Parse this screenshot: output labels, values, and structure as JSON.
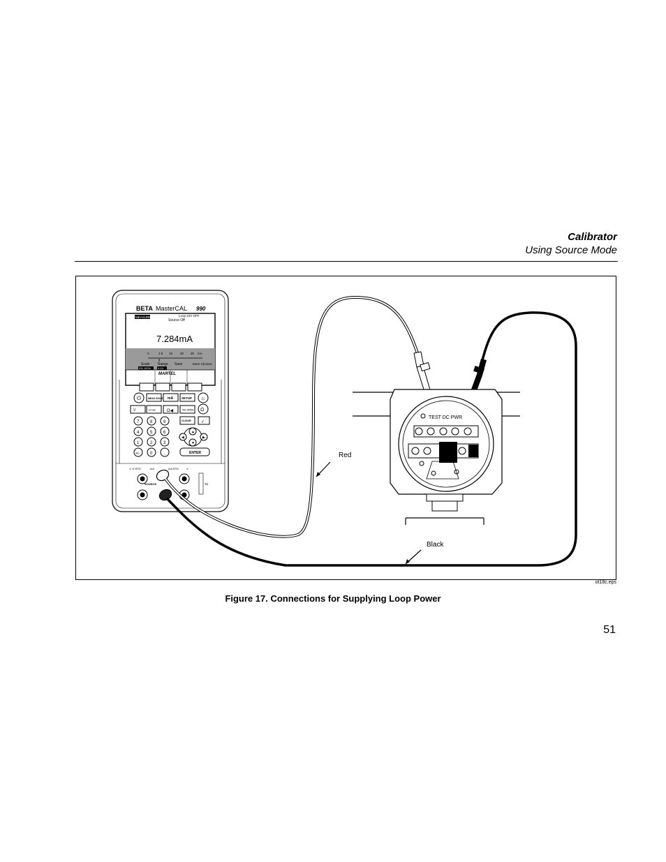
{
  "header": {
    "title": "Calibrator",
    "subtitle": "Using Source Mode"
  },
  "figure": {
    "device": {
      "brand": "BETA",
      "model": "MasterCAL",
      "number": "990",
      "mode_label": "MEASURE",
      "loop_label": "Loop  24V  OFF",
      "source_status": "Source  Off",
      "reading": "7.284mA",
      "scale_ticks": [
        "0",
        "2.5",
        "15",
        "20",
        "30",
        "mA"
      ],
      "softkeys": [
        "Scale",
        "Range",
        "Save",
        "More Choices"
      ],
      "softkey_subs": [
        "0% 100%",
        "0-24"
      ],
      "maker": "MARTEL",
      "keys": {
        "meas_source": "MEAS SOURCE",
        "ma": "mA",
        "setup": "SETUP",
        "v": "V",
        "v_hz": "V Hz",
        "tc_rtd": "TC RTD",
        "clear": "CLEAR",
        "enter": "ENTER",
        "digits": [
          "7",
          "8",
          "9",
          "4",
          "5",
          "6",
          "1",
          "2",
          "3",
          "+/-",
          "0",
          "."
        ]
      },
      "jacks": {
        "left": "V, Ω RTD",
        "mid_a": "mA",
        "mid_b": "mA RTD",
        "right": "V",
        "source": "SOURCE",
        "tc": "TC"
      }
    },
    "transmitter": {
      "terminal_label": "TEST DC PWR"
    },
    "labels": {
      "red": "Red",
      "black": "Black"
    },
    "file_name": "ot18c.eps"
  },
  "caption": "Figure 17. Connections for Supplying Loop Power",
  "page_number": "51"
}
